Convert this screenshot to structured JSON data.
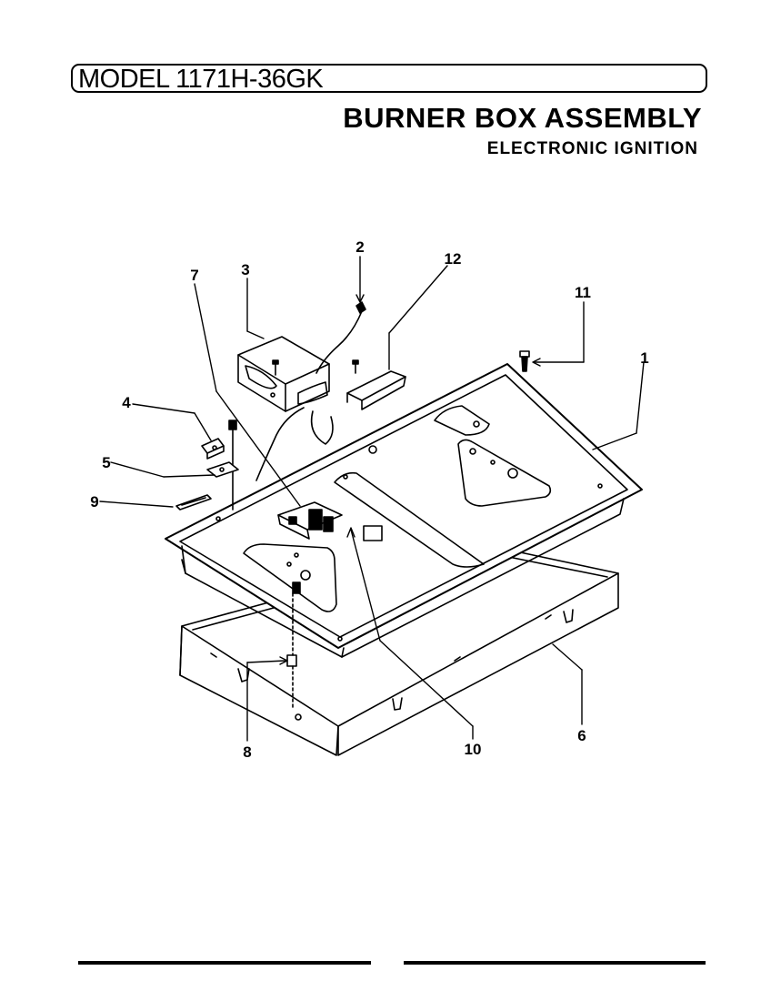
{
  "header": {
    "model": "MODEL 1171H-36GK",
    "title": "BURNER BOX ASSEMBLY",
    "subtitle": "ELECTRONIC IGNITION"
  },
  "callouts": {
    "c1": "1",
    "c2": "2",
    "c3": "3",
    "c4": "4",
    "c5": "5",
    "c6": "6",
    "c7": "7",
    "c8": "8",
    "c9": "9",
    "c10": "10",
    "c11": "11",
    "c12": "12"
  }
}
